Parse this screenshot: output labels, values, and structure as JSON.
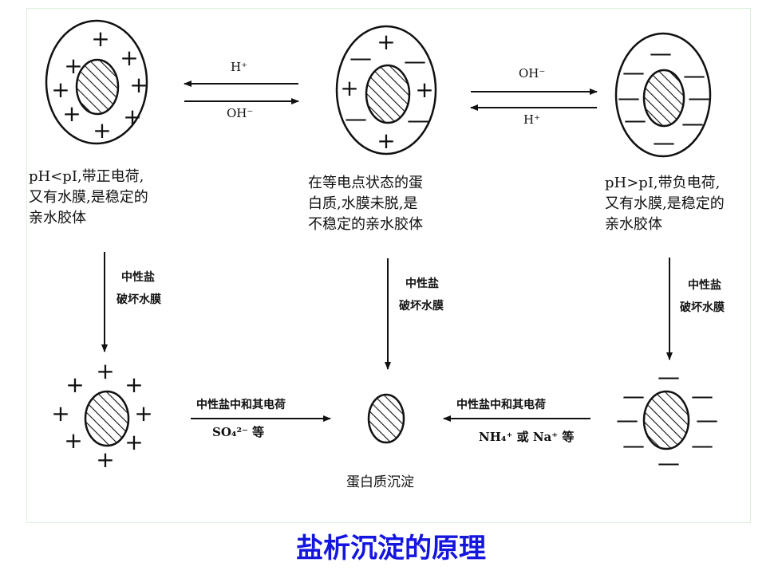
{
  "title": "盐析沉淀的原理",
  "states": {
    "left": {
      "lines": [
        "pH<pI,带正电荷,",
        "又有水膜,是稳定的",
        "亲水胶体"
      ]
    },
    "middle": {
      "lines": [
        "在等电点状态的蛋",
        "白质,水膜未脱,是",
        "不稳定的亲水胶体"
      ]
    },
    "right": {
      "lines": [
        "pH>pI,带负电荷,",
        "又有水膜,是稳定的",
        "亲水胶体"
      ]
    }
  },
  "arrows_top": {
    "left_to_mid_top": "H⁺",
    "left_to_mid_bottom": "OH⁻",
    "mid_to_right_top": "OH⁻",
    "mid_to_right_bottom": "H⁺"
  },
  "vertical_arrow_labels": {
    "left": [
      "中性盐",
      "破坏水膜"
    ],
    "middle": [
      "中性盐",
      "破坏水膜"
    ],
    "right": [
      "中性盐",
      "破坏水膜"
    ]
  },
  "bottom_arrows": {
    "left_top": "中性盐中和其电荷",
    "left_bottom": "SO₄²⁻ 等",
    "right_top": "中性盐中和其电荷",
    "right_bottom": "NH₄⁺ 或 Na⁺ 等"
  },
  "result_label": "蛋白质沉淀",
  "symbols": {
    "plus": "+",
    "minus": "—"
  },
  "colors": {
    "title": "#1515e0",
    "ink": "#111111"
  }
}
